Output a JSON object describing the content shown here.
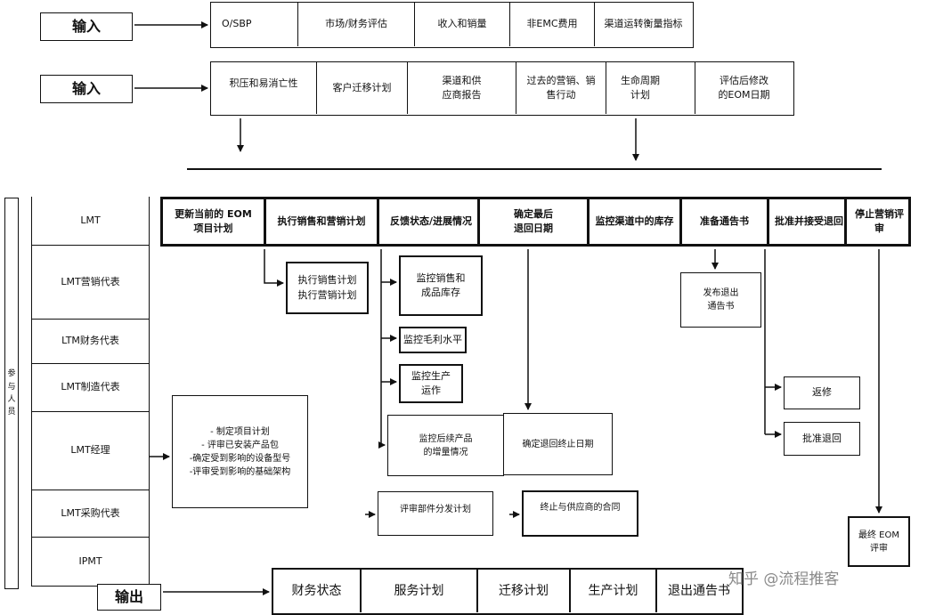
{
  "inputs": [
    {
      "label": "输入",
      "items": [
        "O/SBP",
        "市场/财务评估",
        "收入和销量",
        "非EMC费用",
        "渠道运转衡量指标"
      ]
    },
    {
      "label": "输入",
      "items": [
        "积压和易消亡性",
        "客户迁移计划",
        "渠道和供\n应商报告",
        "过去的营销、销\n售行动",
        "生命周期\n计划",
        "评估后修改\n的EOM日期"
      ]
    }
  ],
  "steps": [
    "更新当前的 EOM\n项目计划",
    "执行销售和营销计划",
    "反馈状态/进展情况",
    "确定最后\n退回日期",
    "监控渠道中的库存",
    "准备通告书",
    "批准并接受退回",
    "停止营销评审"
  ],
  "participants": {
    "title": "参\n与\n人\n员",
    "roles": [
      "LMT",
      "LMT营销代表",
      "LTM财务代表",
      "LMT制造代表",
      "LMT经理",
      "LMT采购代表",
      "IPMT"
    ]
  },
  "manager_tasks": [
    "- 制定项目计划",
    "- 评审已安装产品包",
    "-确定受到影响的设备型号",
    "-评审受到影响的基础架构"
  ],
  "detail_boxes": {
    "exec_plan": "执行销售计划\n执行营销计划",
    "monitor_sales": "监控销售和\n成品库存",
    "monitor_margin": "监控毛利水平",
    "monitor_prod": "监控生产\n运作",
    "monitor_followup": "监控后续产品\n的增量情况",
    "confirm_return": "确定退回终止日期",
    "publish_notice": "发布退出\n通告书",
    "repair": "返修",
    "approve_return": "批准退回",
    "review_parts": "评审部件分发计划",
    "terminate_contract": "终止与供应商的合同",
    "final_review": "最终 EOM\n评审"
  },
  "output": {
    "label": "输出",
    "items": [
      "财务状态",
      "服务计划",
      "迁移计划",
      "生产计划",
      "退出通告书"
    ]
  },
  "watermark": "知乎 @流程推客"
}
